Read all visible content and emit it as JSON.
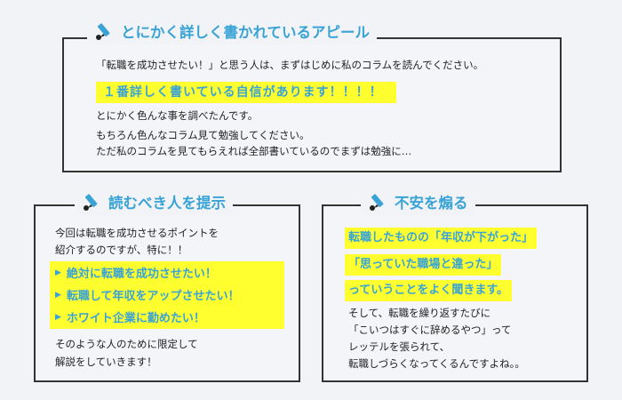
{
  "top": {
    "heading": "とにかく詳しく書かれているアピール",
    "line1": "「転職を成功させたい！」と思う人は、まずはじめに私のコラムを読んでください。",
    "highlight": "１番詳しく書いている自信があります！！！！",
    "line2": "とにかく色んな事を調べたんです。",
    "line3": "もちろん色んなコラム見て勉強してください。",
    "line4": "ただ私のコラムを見てもらえれば全部書いているのでまずは勉強に…"
  },
  "left": {
    "heading": "読むべき人を提示",
    "intro1": "今回は転職を成功させるポイントを",
    "intro2": "紹介するのですが、特に！！",
    "bullets": [
      "絶対に転職を成功させたい！",
      "転職して年収をアップさせたい！",
      "ホワイト企業に勤めたい！"
    ],
    "outro1": "そのような人のために限定して",
    "outro2": "解説をしていきます！"
  },
  "right": {
    "heading": "不安を煽る",
    "hl1": "転職したものの「年収が下がった」",
    "hl2": "「思っていた職場と違った」",
    "hl3": "っていうことをよく聞きます。",
    "line1": "そして、転職を繰り返すたびに",
    "line2": "「こいつはすぐに辞めるやつ」って",
    "line3": "レッテルを張られて、",
    "line4": "転職しづらくなってくるんですよね。。"
  },
  "colors": {
    "accent": "#3aa3d6",
    "highlight": "#ffff2f",
    "border": "#333333",
    "background": "#f1f3f6"
  },
  "icons": {
    "heading_icon": "pen-icon"
  }
}
